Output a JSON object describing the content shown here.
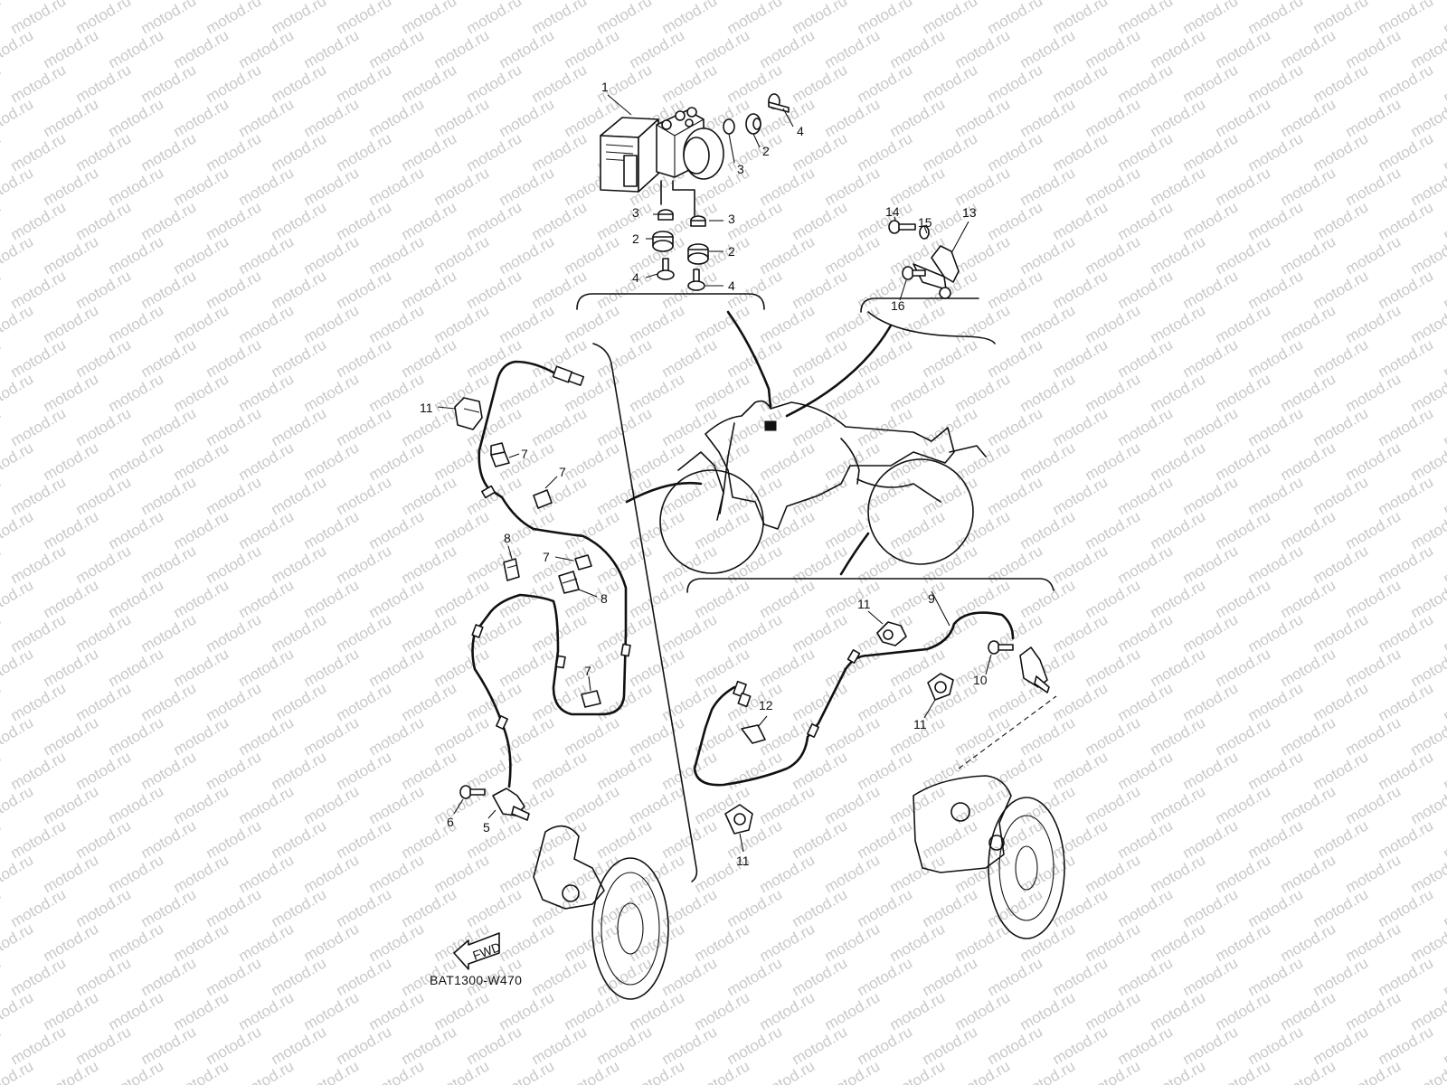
{
  "watermark": "motod.ru",
  "diagram_code": "BAT1300-W470",
  "direction_label": "FWD",
  "callouts": [
    {
      "id": "c1",
      "text": "1"
    },
    {
      "id": "c2a",
      "text": "2"
    },
    {
      "id": "c2b",
      "text": "2"
    },
    {
      "id": "c2c",
      "text": "2"
    },
    {
      "id": "c3a",
      "text": "3"
    },
    {
      "id": "c3b",
      "text": "3"
    },
    {
      "id": "c3c",
      "text": "3"
    },
    {
      "id": "c4a",
      "text": "4"
    },
    {
      "id": "c4b",
      "text": "4"
    },
    {
      "id": "c4c",
      "text": "4"
    },
    {
      "id": "c5",
      "text": "5"
    },
    {
      "id": "c6",
      "text": "6"
    },
    {
      "id": "c7a",
      "text": "7"
    },
    {
      "id": "c7b",
      "text": "7"
    },
    {
      "id": "c7c",
      "text": "7"
    },
    {
      "id": "c7d",
      "text": "7"
    },
    {
      "id": "c8a",
      "text": "8"
    },
    {
      "id": "c8b",
      "text": "8"
    },
    {
      "id": "c9",
      "text": "9"
    },
    {
      "id": "c10",
      "text": "10"
    },
    {
      "id": "c11a",
      "text": "11"
    },
    {
      "id": "c11b",
      "text": "11"
    },
    {
      "id": "c11c",
      "text": "11"
    },
    {
      "id": "c11d",
      "text": "11"
    },
    {
      "id": "c12",
      "text": "12"
    },
    {
      "id": "c13",
      "text": "13"
    },
    {
      "id": "c14",
      "text": "14"
    },
    {
      "id": "c15",
      "text": "15"
    },
    {
      "id": "c16",
      "text": "16"
    }
  ]
}
